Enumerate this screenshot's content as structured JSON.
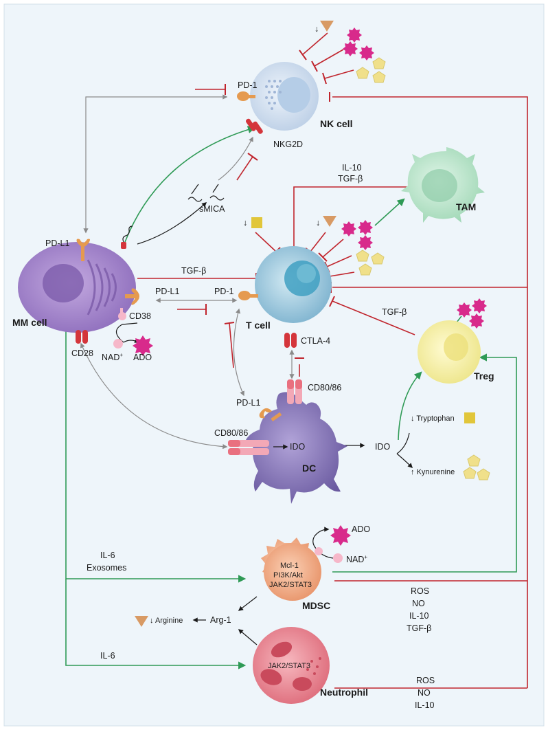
{
  "cells": {
    "mm": "MM cell",
    "nk": "NK cell",
    "t": "T cell",
    "tam": "TAM",
    "treg": "Treg",
    "dc": "DC",
    "mdsc": "MDSC",
    "neutrophil": "Neutrophil"
  },
  "labels": {
    "pd1_nk": "PD-1",
    "nkg2d": "NKG2D",
    "smica": "sMICA",
    "pdl1_mm_top": "PD-L1",
    "pdl1_mm_side": "PD-L1",
    "pd1_t": "PD-1",
    "tgfb_mm_t": "TGF-β",
    "cd38": "CD38",
    "nad": "NAD",
    "nad_sup": "+",
    "ado": "ADO",
    "cd28": "CD28",
    "ctla4": "CTLA-4",
    "cd8086_top": "CD80/86",
    "pdl1_dc": "PD-L1",
    "cd8086_left": "CD80/86",
    "ido_dc": "IDO",
    "ido_out": "IDO",
    "tryptophan": "Tryptophan",
    "kynurenine": "Kynurenine",
    "il10_tam": "IL-10",
    "tgfb_tam": "TGF-β",
    "tgfb_treg": "TGF-β",
    "il6_exo_1": "IL-6",
    "il6_exo_2": "Exosomes",
    "mdsc_inner_1": "Mcl-1",
    "mdsc_inner_2": "PI3K/Akt",
    "mdsc_inner_3": "JAK2/STAT3",
    "ado_mdsc": "ADO",
    "nad_mdsc": "NAD",
    "nad_mdsc_sup": "+",
    "mdsc_out_1": "ROS",
    "mdsc_out_2": "NO",
    "mdsc_out_3": "IL-10",
    "mdsc_out_4": "TGF-β",
    "arg1": "Arg-1",
    "arginine": "Arginine",
    "il6_neut": "IL-6",
    "neut_inner": "JAK2/STAT3",
    "neut_out_1": "ROS",
    "neut_out_2": "NO",
    "neut_out_3": "IL-10"
  },
  "colors": {
    "background": "#eef5fa",
    "inhibit": "#c0242c",
    "activate": "#2e9a55",
    "neutral": "#8a8a8a",
    "mm_cell": "#a98ccc",
    "nk_cell": "#d8e6f4",
    "t_cell": "#a9cfe2",
    "tam": "#bfe6d0",
    "treg": "#f7f2a8",
    "dc": "#8574b3",
    "mdsc": "#f2b08c",
    "neutrophil": "#ea8a95"
  }
}
